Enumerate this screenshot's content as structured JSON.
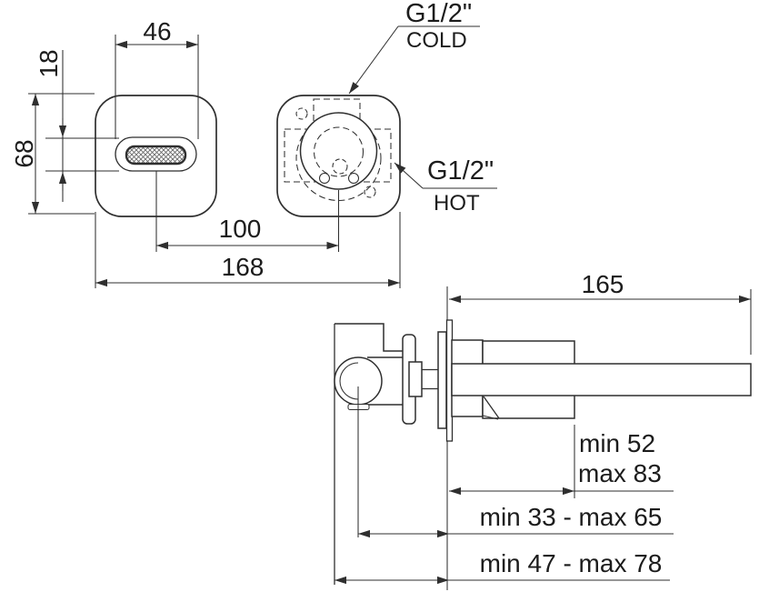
{
  "drawing": {
    "front_view": {
      "slot_width": "46",
      "slot_height": "18",
      "plate_height": "68",
      "center_spacing": "100",
      "overall_width": "168"
    },
    "ports": {
      "cold_thread": "G1/2\"",
      "cold_name": "COLD",
      "hot_thread": "G1/2\"",
      "hot_name": "HOT"
    },
    "side_view": {
      "spout_reach": "165",
      "body_min": "min 52",
      "body_max": "max 83",
      "depth_range_1": "min 33 - max 65",
      "depth_range_2": "min 47 - max 78"
    },
    "colors": {
      "line": "#2f2f2f",
      "text": "#1c1c1c",
      "background": "#ffffff"
    }
  }
}
